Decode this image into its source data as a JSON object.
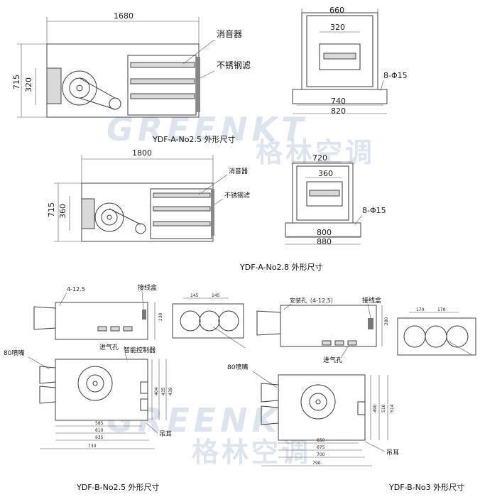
{
  "watermark": {
    "brand_latin": "GREENKT",
    "brand_cn": "格林空调"
  },
  "diagram1": {
    "caption": "YDF-A-No2.5 外形尺寸",
    "dims": {
      "length": "1680",
      "height": "715",
      "inlet": "320",
      "width": "660",
      "inner": "320",
      "base_inner": "740",
      "base_outer": "820",
      "holes": "8-Φ15"
    },
    "labels": {
      "silencer": "消音器",
      "filter": "不锈钢滤"
    }
  },
  "diagram2": {
    "caption": "YDF-A-No2.8 外形尺寸",
    "dims": {
      "length": "1800",
      "height": "715",
      "inlet": "360",
      "width": "720",
      "inner": "360",
      "base_inner": "800",
      "base_outer": "880",
      "holes": "8-Φ15"
    },
    "labels": {
      "silencer": "消音器",
      "filter": "不锈钢滤"
    }
  },
  "diagram3": {
    "caption": "YDF-B-No2.5 外形尺寸",
    "labels": {
      "mount_holes": "4-12.5",
      "junction_box": "接线盒",
      "air_inlet": "进气孔",
      "controller": "智能控制器",
      "nozzle": "80喷嘴",
      "lifting_lug": "吊耳"
    },
    "dims": {
      "side_h": "230",
      "pitch1": "145",
      "pitch2": "145",
      "bottom1": "585",
      "bottom2": "610",
      "bottom3": "635",
      "bottom4": "730",
      "right1": "404",
      "right2": "435",
      "right3": "439"
    }
  },
  "diagram4": {
    "caption": "YDF-B-No3 外形尺寸",
    "labels": {
      "mount_holes": "安装孔（4-12.5）",
      "junction_box": "接线盒",
      "air_inlet": "进气孔",
      "nozzle": "80喷嘴",
      "lifting_lug": "吊耳"
    },
    "dims": {
      "side_h": "280",
      "pitch1": "170",
      "pitch2": "170",
      "bottom1": "650",
      "bottom2": "675",
      "bottom3": "700",
      "bottom4": "790",
      "right1": "490",
      "right2": "510",
      "right3": "514"
    }
  }
}
